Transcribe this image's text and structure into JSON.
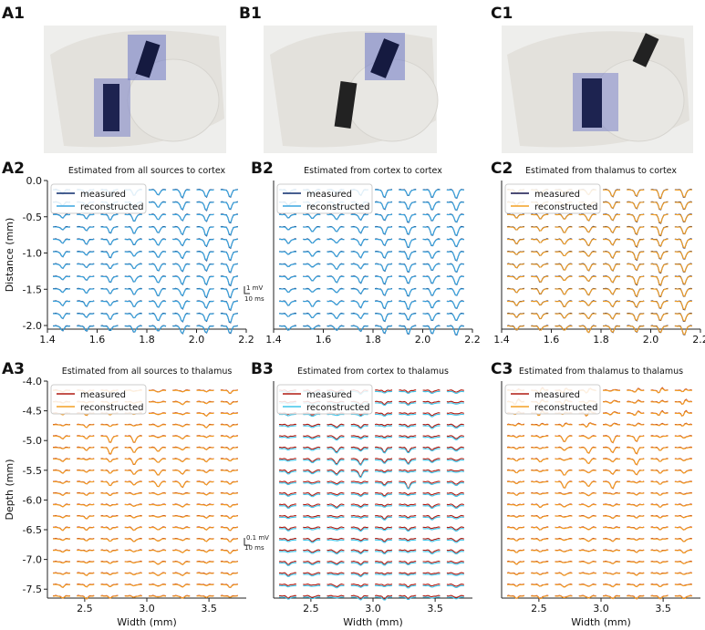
{
  "figure": {
    "panel_letters": {
      "A1": "A1",
      "B1": "B1",
      "C1": "C1",
      "A2": "A2",
      "B2": "B2",
      "C2": "C2",
      "A3": "A3",
      "B3": "B3",
      "C3": "C3"
    },
    "scale_bars": {
      "top": {
        "amp": "1 mV",
        "time": "10 ms"
      },
      "bottom": {
        "amp": "0.1 mV",
        "time": "10 ms"
      }
    },
    "colors": {
      "measured_cortex": "#0b2a6b",
      "reconstructed_cortex": "#3aa6e0",
      "measured_thalamus": "#b01a10",
      "reconstructed_thalamus": "#f4a023",
      "measured_c2": "#12124a",
      "reconstructed_c2": "#f4a023",
      "measured_b3": "#b01a10",
      "reconstructed_b3": "#3fc6ea"
    }
  },
  "chart_data": [
    {
      "id": "A2",
      "type": "line",
      "title": "Estimated from all sources to cortex",
      "xlabel": "",
      "ylabel": "Distance (mm)",
      "xlim": [
        1.4,
        2.2
      ],
      "ylim": [
        -2.05,
        0.0
      ],
      "xticks": [
        "1.4",
        "1.6",
        "1.8",
        "2.0",
        "2.2"
      ],
      "yticks": [
        "0.0",
        "-0.5",
        "-1.0",
        "-1.5",
        "-2.0"
      ],
      "series": [
        {
          "name": "measured"
        },
        {
          "name": "reconstructed"
        }
      ],
      "grid": {
        "x": [
          1.45,
          1.55,
          1.65,
          1.75,
          1.85,
          1.95,
          2.05,
          2.15
        ],
        "y_count": 12,
        "y_start": -0.05,
        "y_step": -0.16
      }
    },
    {
      "id": "B2",
      "type": "line",
      "title": "Estimated from cortex to cortex",
      "xlabel": "",
      "ylabel": "",
      "xlim": [
        1.4,
        2.2
      ],
      "ylim": [
        -2.05,
        0.0
      ],
      "xticks": [
        "1.4",
        "1.6",
        "1.8",
        "2.0",
        "2.2"
      ],
      "yticks": [],
      "series": [
        {
          "name": "measured"
        },
        {
          "name": "reconstructed"
        }
      ]
    },
    {
      "id": "C2",
      "type": "line",
      "title": "Estimated from thalamus to cortex",
      "xlabel": "",
      "ylabel": "",
      "xlim": [
        1.4,
        2.2
      ],
      "ylim": [
        -2.05,
        0.0
      ],
      "xticks": [
        "1.4",
        "1.6",
        "1.8",
        "2.0",
        "2.2"
      ],
      "yticks": [],
      "series": [
        {
          "name": "measured"
        },
        {
          "name": "reconstructed"
        }
      ]
    },
    {
      "id": "A3",
      "type": "line",
      "title": "Estimated from all sources to thalamus",
      "xlabel": "Width (mm)",
      "ylabel": "Depth (mm)",
      "xlim": [
        2.2,
        3.8
      ],
      "ylim": [
        -7.65,
        -4.0
      ],
      "xticks": [
        "2.5",
        "3.0",
        "3.5"
      ],
      "yticks": [
        "-4.0",
        "-4.5",
        "-5.0",
        "-5.5",
        "-6.0",
        "-6.5",
        "-7.0",
        "-7.5"
      ],
      "series": [
        {
          "name": "measured"
        },
        {
          "name": "reconstructed"
        }
      ]
    },
    {
      "id": "B3",
      "type": "line",
      "title": "Estimated from cortex to thalamus",
      "xlabel": "Width (mm)",
      "ylabel": "",
      "xlim": [
        2.2,
        3.8
      ],
      "ylim": [
        -7.65,
        -4.0
      ],
      "xticks": [
        "2.5",
        "3.0",
        "3.5"
      ],
      "yticks": [],
      "series": [
        {
          "name": "measured"
        },
        {
          "name": "reconstructed"
        }
      ]
    },
    {
      "id": "C3",
      "type": "line",
      "title": "Estimated from thalamus to thalamus",
      "xlabel": "Width (mm)",
      "ylabel": "",
      "xlim": [
        2.2,
        3.8
      ],
      "ylim": [
        -7.65,
        -4.0
      ],
      "xticks": [
        "2.5",
        "3.0",
        "3.5"
      ],
      "yticks": [],
      "series": [
        {
          "name": "measured"
        },
        {
          "name": "reconstructed"
        }
      ]
    }
  ]
}
